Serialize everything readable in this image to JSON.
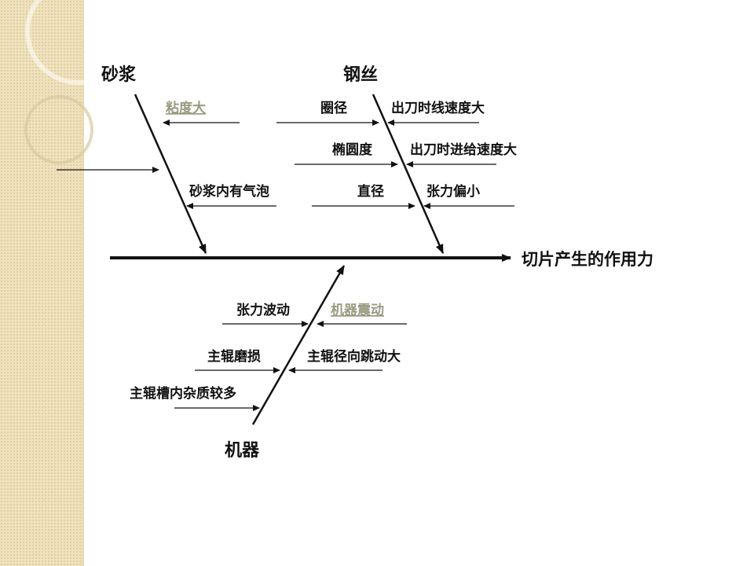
{
  "effect": "切片产生的作用力",
  "categories": {
    "mortar": "砂浆",
    "wire": "钢丝",
    "machine": "机器"
  },
  "causes": {
    "viscosity": "粘度大",
    "bubbles": "砂浆内有气泡",
    "ring_diameter": "圈径",
    "ellipticity": "椭圆度",
    "diameter": "直径",
    "exit_wire_speed": "出刀时线速度大",
    "exit_feed_speed": "出刀时进给速度大",
    "low_tension": "张力偏小",
    "tension_fluctuation": "张力波动",
    "machine_vibration": "机器震动",
    "roller_wear": "主辊磨损",
    "roller_runout": "主辊径向跳动大",
    "roller_impurities": "主辊槽内杂质较多"
  },
  "colors": {
    "sidebar": "#efe2bd",
    "line": "#111111",
    "faded_text": "#9a9a82"
  }
}
